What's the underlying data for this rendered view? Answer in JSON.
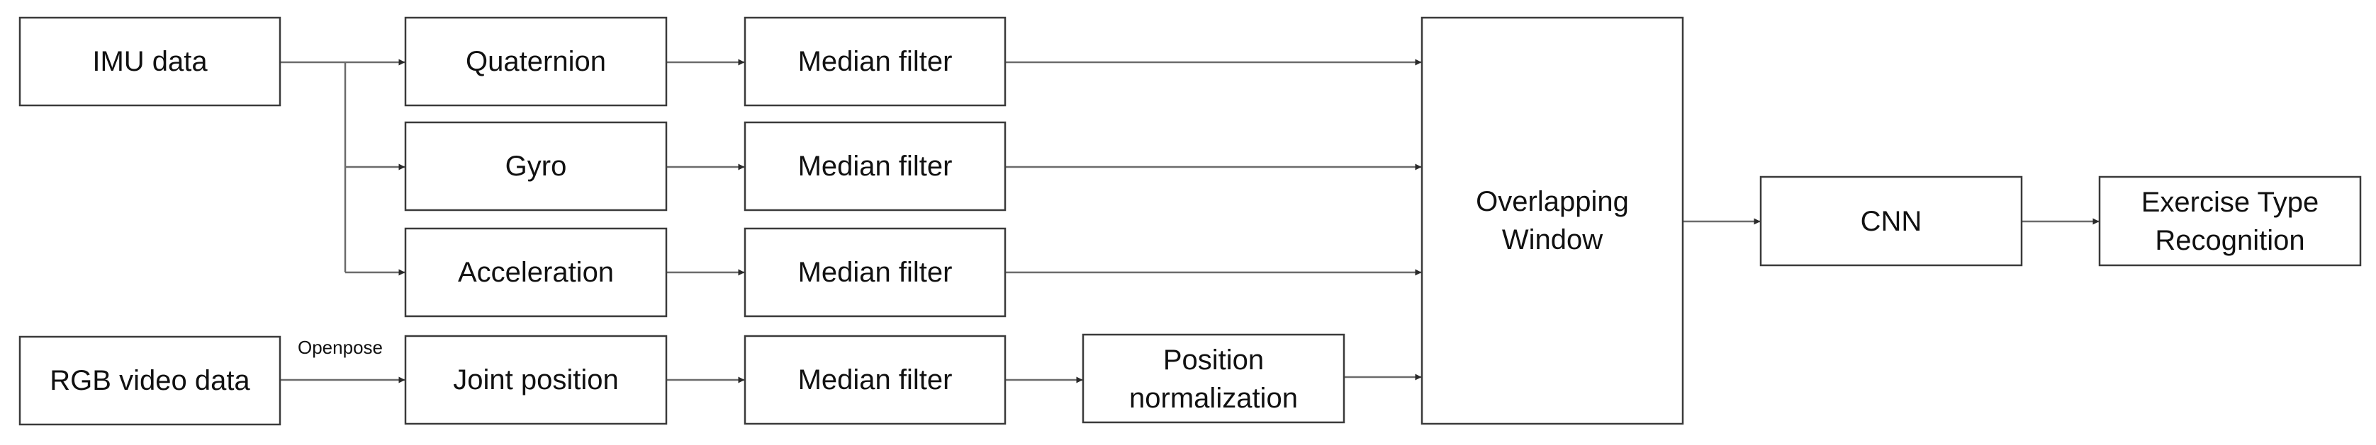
{
  "diagram": {
    "nodes": {
      "imu_data": "IMU data",
      "rgb_video_data": "RGB video data",
      "quaternion": "Quaternion",
      "gyro": "Gyro",
      "acceleration": "Acceleration",
      "joint_position": "Joint position",
      "median_filter_1": "Median filter",
      "median_filter_2": "Median filter",
      "median_filter_3": "Median filter",
      "median_filter_4": "Median filter",
      "position_normalization": [
        "Position",
        "normalization"
      ],
      "overlapping_window": [
        "Overlapping",
        "Window"
      ],
      "cnn": "CNN",
      "exercise_type_recognition": [
        "Exercise Type",
        "Recognition"
      ]
    },
    "edge_labels": {
      "openpose": "Openpose"
    },
    "edges": [
      [
        "imu_data",
        "quaternion"
      ],
      [
        "imu_data",
        "gyro"
      ],
      [
        "imu_data",
        "acceleration"
      ],
      [
        "rgb_video_data",
        "joint_position"
      ],
      [
        "quaternion",
        "median_filter_1"
      ],
      [
        "gyro",
        "median_filter_2"
      ],
      [
        "acceleration",
        "median_filter_3"
      ],
      [
        "joint_position",
        "median_filter_4"
      ],
      [
        "median_filter_4",
        "position_normalization"
      ],
      [
        "median_filter_1",
        "overlapping_window"
      ],
      [
        "median_filter_2",
        "overlapping_window"
      ],
      [
        "median_filter_3",
        "overlapping_window"
      ],
      [
        "position_normalization",
        "overlapping_window"
      ],
      [
        "overlapping_window",
        "cnn"
      ],
      [
        "cnn",
        "exercise_type_recognition"
      ]
    ],
    "colors": {
      "box_border": "#3a3a3a",
      "arrow": "#6b6b6b",
      "text": "#111111"
    }
  }
}
